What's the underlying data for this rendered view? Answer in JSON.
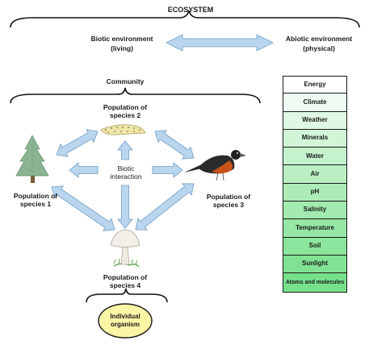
{
  "title": "ECOSYSTEM",
  "biotic": {
    "line1": "Biotic environment",
    "line2": "(living)"
  },
  "abiotic": {
    "line1": "Abiotic environment",
    "line2": "(physical)"
  },
  "community": "Community",
  "species": {
    "s1": {
      "line1": "Population of",
      "line2": "species 1"
    },
    "s2": {
      "line1": "Population of",
      "line2": "species 2"
    },
    "s3": {
      "line1": "Population of",
      "line2": "species 3"
    },
    "s4": {
      "line1": "Population of",
      "line2": "species 4"
    }
  },
  "interaction": {
    "line1": "Biotic",
    "line2": "interaction"
  },
  "individual": {
    "line1": "Individual",
    "line2": "organism"
  },
  "abiotic_factors": [
    "Energy",
    "Climate",
    "Weather",
    "Minerals",
    "Water",
    "Air",
    "pH",
    "Salinity",
    "Temperature",
    "Soil",
    "Sunlight",
    "Atoms and molecules"
  ],
  "colors": {
    "arrow_fill": "#b9d6ee",
    "arrow_stroke": "#6f9cc4",
    "ellipse_fill": "#fbf5a6",
    "factor_gradient": [
      "#ffffff",
      "#76e08a"
    ]
  }
}
